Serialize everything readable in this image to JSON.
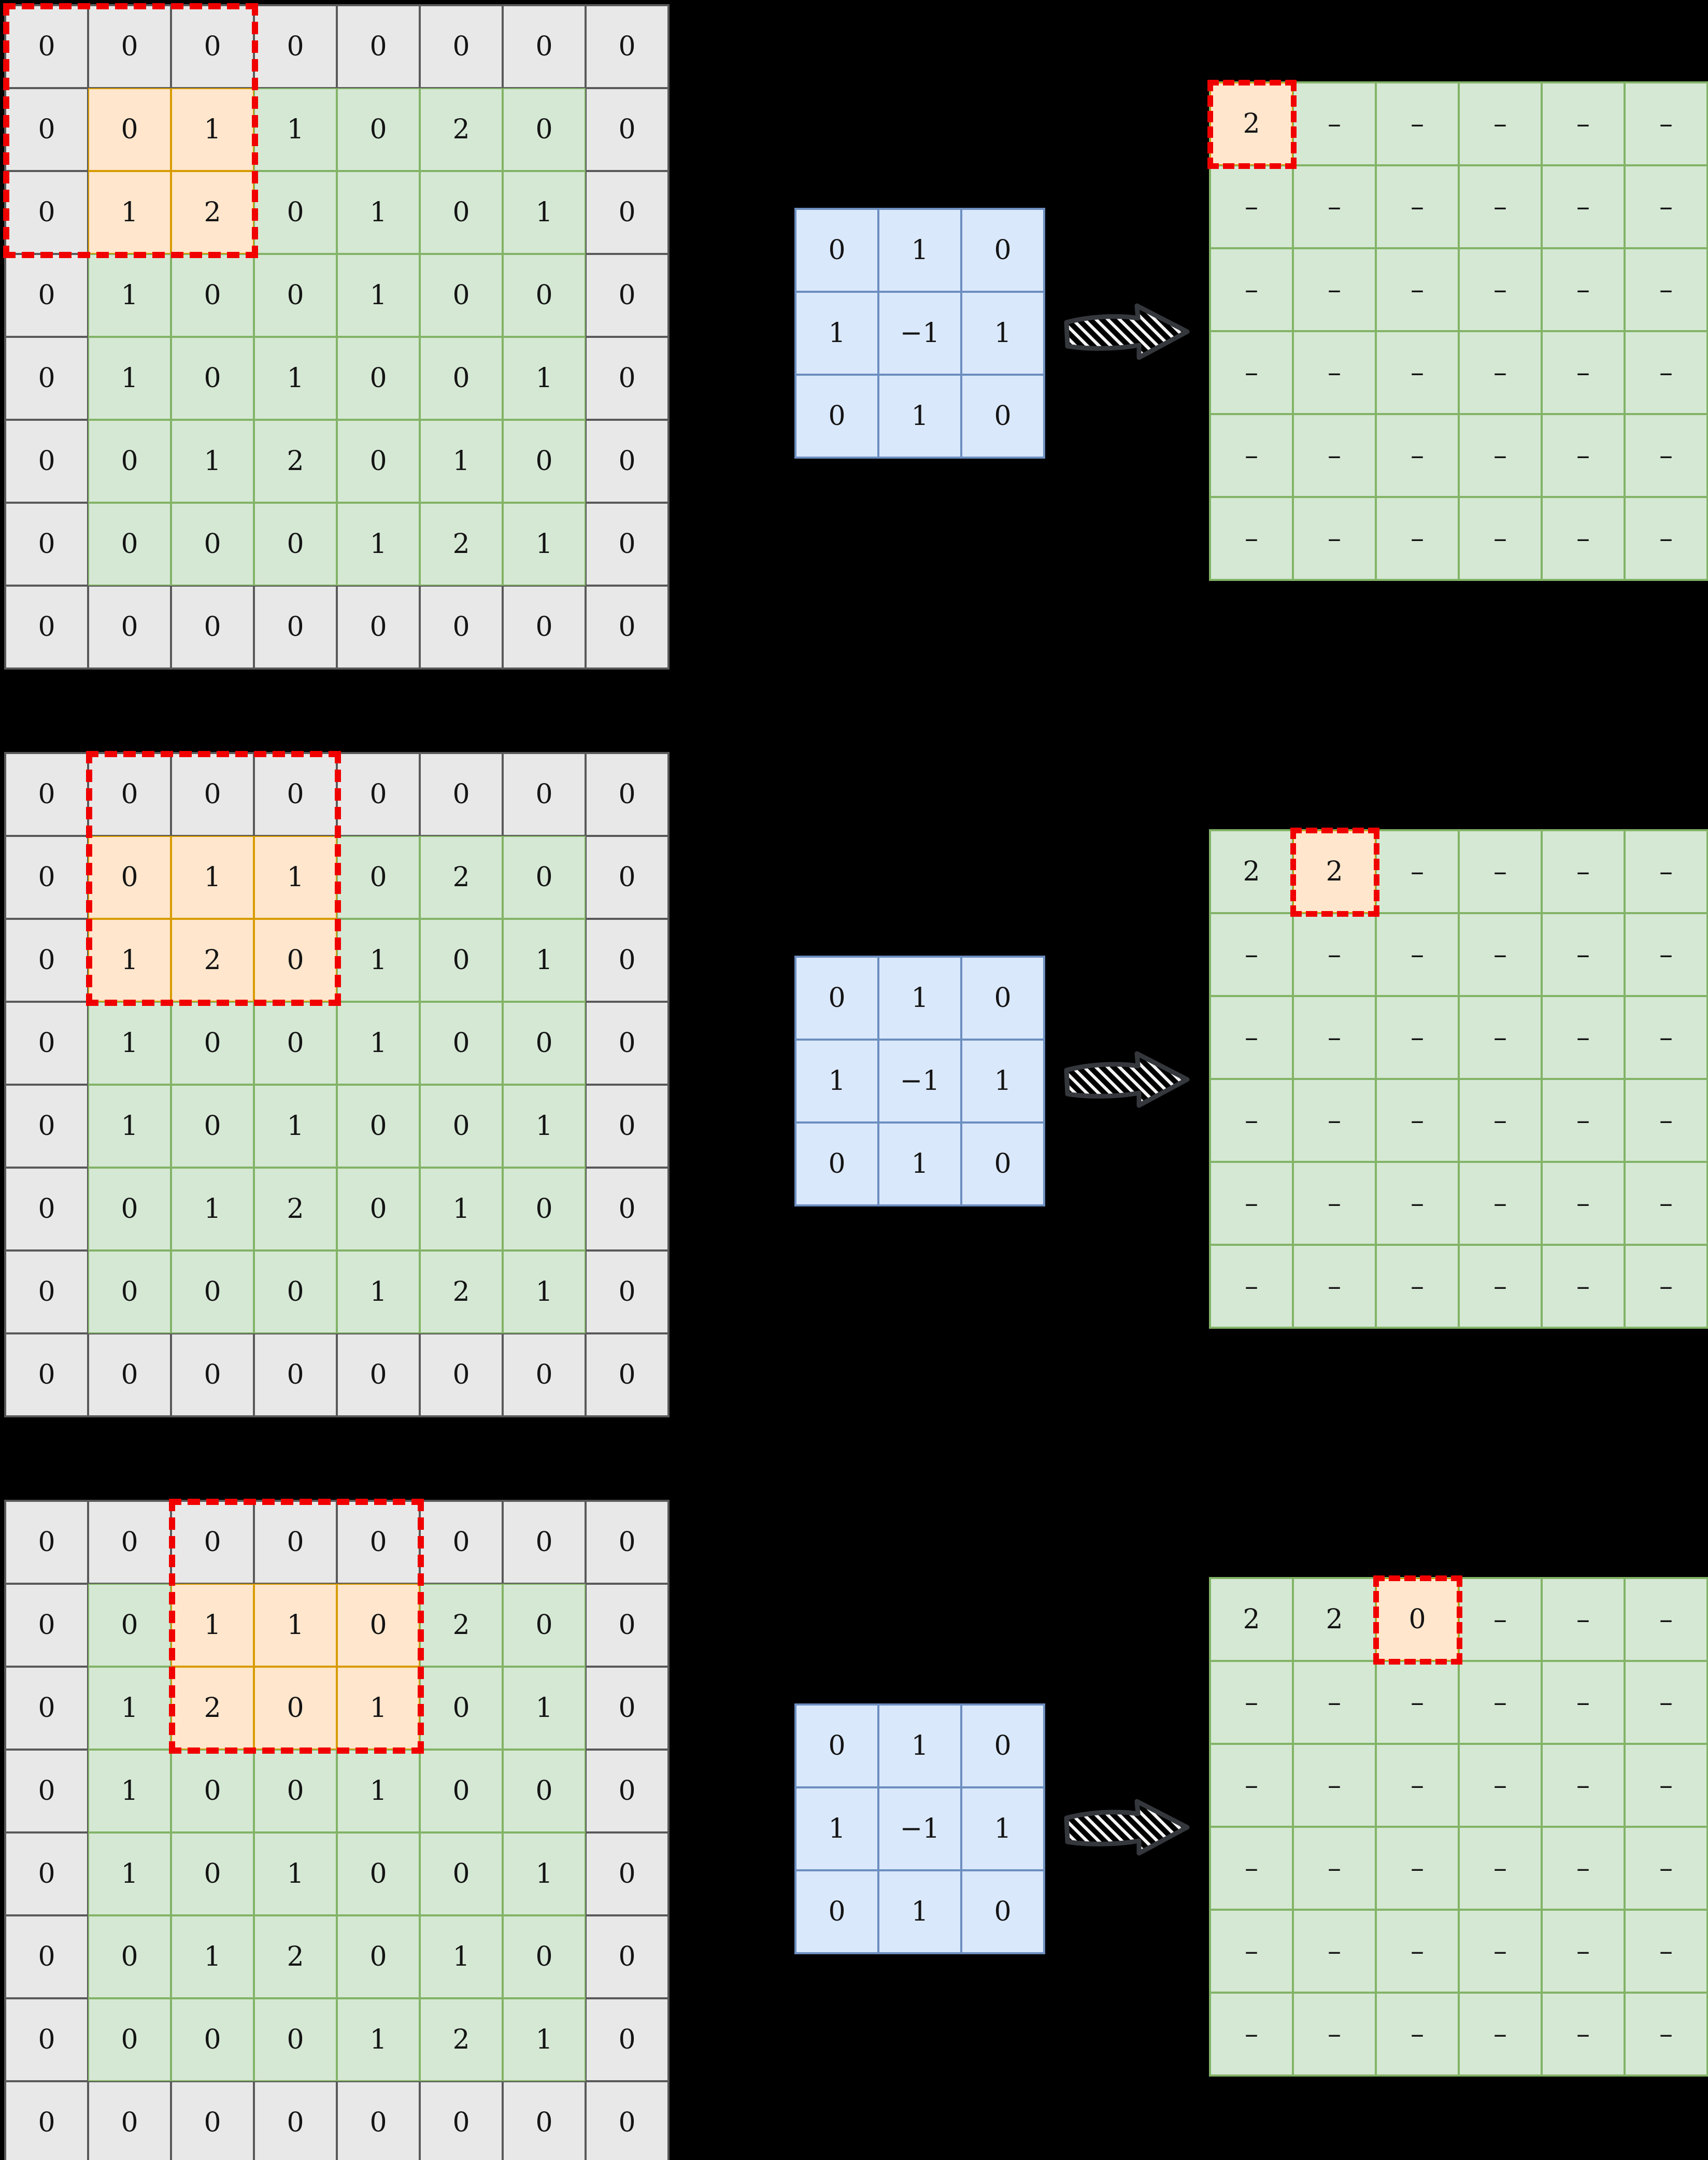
{
  "diagram": {
    "type": "convolution-steps",
    "rows": 3,
    "input_size": "8x8 (zero padded)",
    "kernel_size": "3x3",
    "output_size": "6x6"
  },
  "colors": {
    "background": "#000000",
    "pad_fill": "#e8e8e8",
    "pad_border": "#595959",
    "green_fill": "#d5e8d4",
    "green_border": "#82b366",
    "orange_fill": "#ffe6cc",
    "orange_border": "#d79b00",
    "kernel_fill": "#dae8fc",
    "kernel_border": "#6c8ebf",
    "red_dash": "#f10000",
    "text": "#141414",
    "arrow_outline": "#34373c",
    "arrow_hatch": "#f4f4f4"
  },
  "icons": {
    "arrow": "hatched-right-arrow-icon"
  },
  "kernel": [
    [
      "0",
      "1",
      "0"
    ],
    [
      "1",
      "−1",
      "1"
    ],
    [
      "0",
      "1",
      "0"
    ]
  ],
  "input_padded": [
    [
      "0",
      "0",
      "0",
      "0",
      "0",
      "0",
      "0",
      "0"
    ],
    [
      "0",
      "0",
      "1",
      "1",
      "0",
      "2",
      "0",
      "0"
    ],
    [
      "0",
      "1",
      "2",
      "0",
      "1",
      "0",
      "1",
      "0"
    ],
    [
      "0",
      "1",
      "0",
      "0",
      "1",
      "0",
      "0",
      "0"
    ],
    [
      "0",
      "1",
      "0",
      "1",
      "0",
      "0",
      "1",
      "0"
    ],
    [
      "0",
      "0",
      "1",
      "2",
      "0",
      "1",
      "0",
      "0"
    ],
    [
      "0",
      "0",
      "0",
      "0",
      "1",
      "2",
      "1",
      "0"
    ],
    [
      "0",
      "0",
      "0",
      "0",
      "0",
      "0",
      "0",
      "0"
    ]
  ],
  "steps": [
    {
      "window": {
        "row": 0,
        "col": 0
      },
      "highlight": {
        "row": 0,
        "col": 0
      },
      "output": [
        [
          "2",
          "–",
          "–",
          "–",
          "–",
          "–"
        ],
        [
          "–",
          "–",
          "–",
          "–",
          "–",
          "–"
        ],
        [
          "–",
          "–",
          "–",
          "–",
          "–",
          "–"
        ],
        [
          "–",
          "–",
          "–",
          "–",
          "–",
          "–"
        ],
        [
          "–",
          "–",
          "–",
          "–",
          "–",
          "–"
        ],
        [
          "–",
          "–",
          "–",
          "–",
          "–",
          "–"
        ]
      ]
    },
    {
      "window": {
        "row": 0,
        "col": 1
      },
      "highlight": {
        "row": 0,
        "col": 1
      },
      "output": [
        [
          "2",
          "2",
          "–",
          "–",
          "–",
          "–"
        ],
        [
          "–",
          "–",
          "–",
          "–",
          "–",
          "–"
        ],
        [
          "–",
          "–",
          "–",
          "–",
          "–",
          "–"
        ],
        [
          "–",
          "–",
          "–",
          "–",
          "–",
          "–"
        ],
        [
          "–",
          "–",
          "–",
          "–",
          "–",
          "–"
        ],
        [
          "–",
          "–",
          "–",
          "–",
          "–",
          "–"
        ]
      ]
    },
    {
      "window": {
        "row": 0,
        "col": 2
      },
      "highlight": {
        "row": 0,
        "col": 2
      },
      "output": [
        [
          "2",
          "2",
          "0",
          "–",
          "–",
          "–"
        ],
        [
          "–",
          "–",
          "–",
          "–",
          "–",
          "–"
        ],
        [
          "–",
          "–",
          "–",
          "–",
          "–",
          "–"
        ],
        [
          "–",
          "–",
          "–",
          "–",
          "–",
          "–"
        ],
        [
          "–",
          "–",
          "–",
          "–",
          "–",
          "–"
        ],
        [
          "–",
          "–",
          "–",
          "–",
          "–",
          "–"
        ]
      ]
    }
  ]
}
